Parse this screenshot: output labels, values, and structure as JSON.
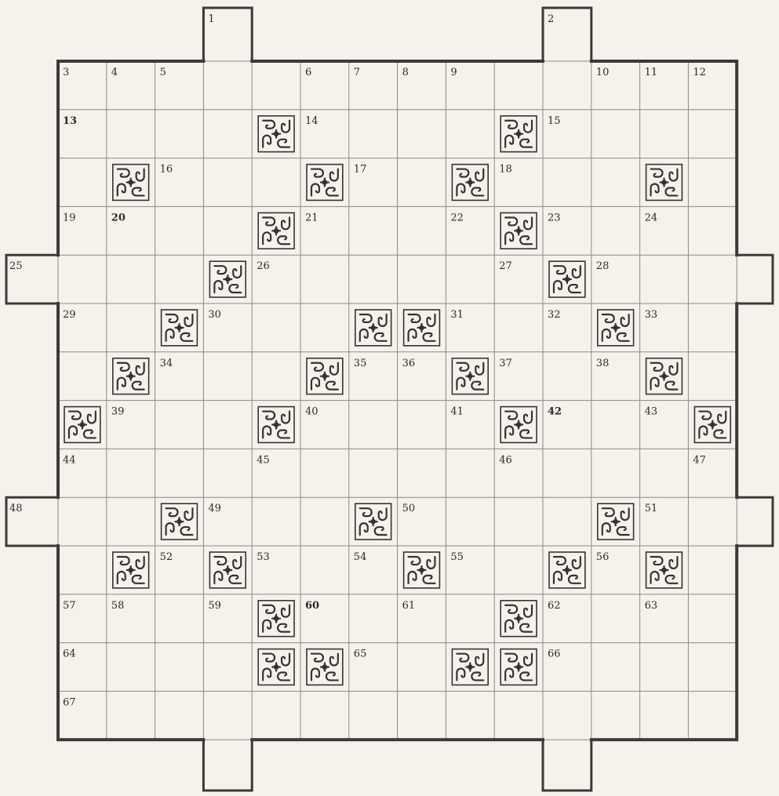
{
  "colors": {
    "paper": "#f4f2ea",
    "thick_border": "#3a3a3a",
    "grid_line": "#8a8a8a",
    "text": "#2a2a2a",
    "ornament": "#333333"
  },
  "puzzle": {
    "rows": 14,
    "cols": 14,
    "side_cells": [
      {
        "row": 4,
        "side": "left"
      },
      {
        "row": 4,
        "side": "right"
      },
      {
        "row": 9,
        "side": "left"
      },
      {
        "row": 9,
        "side": "right"
      }
    ],
    "end_cells": [
      {
        "col": 3,
        "side": "top",
        "number": "1"
      },
      {
        "col": 10,
        "side": "top",
        "number": "2"
      },
      {
        "col": 3,
        "side": "bottom"
      },
      {
        "col": 10,
        "side": "bottom"
      }
    ],
    "side_cell_numbers": [
      {
        "row": 4,
        "side": "left",
        "number": "25"
      },
      {
        "row": 9,
        "side": "left",
        "number": "48"
      }
    ],
    "black_cells": [
      [
        1,
        4
      ],
      [
        1,
        9
      ],
      [
        2,
        1
      ],
      [
        2,
        5
      ],
      [
        2,
        8
      ],
      [
        2,
        12
      ],
      [
        3,
        4
      ],
      [
        3,
        9
      ],
      [
        4,
        3
      ],
      [
        4,
        10
      ],
      [
        5,
        2
      ],
      [
        5,
        6
      ],
      [
        5,
        7
      ],
      [
        5,
        11
      ],
      [
        6,
        1
      ],
      [
        6,
        5
      ],
      [
        6,
        8
      ],
      [
        6,
        12
      ],
      [
        7,
        0
      ],
      [
        7,
        4
      ],
      [
        7,
        9
      ],
      [
        7,
        13
      ],
      [
        9,
        2
      ],
      [
        9,
        6
      ],
      [
        9,
        11
      ],
      [
        10,
        1
      ],
      [
        10,
        3
      ],
      [
        10,
        7
      ],
      [
        10,
        10
      ],
      [
        10,
        12
      ],
      [
        11,
        4
      ],
      [
        11,
        9
      ],
      [
        12,
        4
      ],
      [
        12,
        5
      ],
      [
        12,
        8
      ],
      [
        12,
        9
      ]
    ],
    "numbers": [
      {
        "r": 0,
        "c": 0,
        "n": "3"
      },
      {
        "r": 0,
        "c": 1,
        "n": "4"
      },
      {
        "r": 0,
        "c": 2,
        "n": "5"
      },
      {
        "r": 0,
        "c": 5,
        "n": "6"
      },
      {
        "r": 0,
        "c": 6,
        "n": "7"
      },
      {
        "r": 0,
        "c": 7,
        "n": "8"
      },
      {
        "r": 0,
        "c": 8,
        "n": "9"
      },
      {
        "r": 0,
        "c": 11,
        "n": "10"
      },
      {
        "r": 0,
        "c": 12,
        "n": "11"
      },
      {
        "r": 0,
        "c": 13,
        "n": "12"
      },
      {
        "r": 1,
        "c": 0,
        "n": "13",
        "b": true
      },
      {
        "r": 1,
        "c": 5,
        "n": "14"
      },
      {
        "r": 1,
        "c": 10,
        "n": "15"
      },
      {
        "r": 2,
        "c": 2,
        "n": "16"
      },
      {
        "r": 2,
        "c": 6,
        "n": "17"
      },
      {
        "r": 2,
        "c": 9,
        "n": "18"
      },
      {
        "r": 3,
        "c": 0,
        "n": "19"
      },
      {
        "r": 3,
        "c": 1,
        "n": "20",
        "b": true
      },
      {
        "r": 3,
        "c": 5,
        "n": "21"
      },
      {
        "r": 3,
        "c": 8,
        "n": "22"
      },
      {
        "r": 3,
        "c": 10,
        "n": "23"
      },
      {
        "r": 3,
        "c": 12,
        "n": "24"
      },
      {
        "r": 4,
        "c": 4,
        "n": "26"
      },
      {
        "r": 4,
        "c": 9,
        "n": "27"
      },
      {
        "r": 4,
        "c": 11,
        "n": "28"
      },
      {
        "r": 5,
        "c": 0,
        "n": "29"
      },
      {
        "r": 5,
        "c": 3,
        "n": "30"
      },
      {
        "r": 5,
        "c": 8,
        "n": "31"
      },
      {
        "r": 5,
        "c": 10,
        "n": "32"
      },
      {
        "r": 5,
        "c": 12,
        "n": "33"
      },
      {
        "r": 6,
        "c": 2,
        "n": "34"
      },
      {
        "r": 6,
        "c": 6,
        "n": "35"
      },
      {
        "r": 6,
        "c": 7,
        "n": "36"
      },
      {
        "r": 6,
        "c": 9,
        "n": "37"
      },
      {
        "r": 6,
        "c": 11,
        "n": "38"
      },
      {
        "r": 7,
        "c": 1,
        "n": "39"
      },
      {
        "r": 7,
        "c": 5,
        "n": "40"
      },
      {
        "r": 7,
        "c": 8,
        "n": "41"
      },
      {
        "r": 7,
        "c": 10,
        "n": "42",
        "b": true
      },
      {
        "r": 7,
        "c": 12,
        "n": "43"
      },
      {
        "r": 8,
        "c": 0,
        "n": "44"
      },
      {
        "r": 8,
        "c": 4,
        "n": "45"
      },
      {
        "r": 8,
        "c": 9,
        "n": "46"
      },
      {
        "r": 8,
        "c": 13,
        "n": "47"
      },
      {
        "r": 9,
        "c": 3,
        "n": "49"
      },
      {
        "r": 9,
        "c": 7,
        "n": "50"
      },
      {
        "r": 9,
        "c": 12,
        "n": "51"
      },
      {
        "r": 10,
        "c": 2,
        "n": "52"
      },
      {
        "r": 10,
        "c": 4,
        "n": "53"
      },
      {
        "r": 10,
        "c": 6,
        "n": "54"
      },
      {
        "r": 10,
        "c": 8,
        "n": "55"
      },
      {
        "r": 10,
        "c": 11,
        "n": "56"
      },
      {
        "r": 11,
        "c": 0,
        "n": "57"
      },
      {
        "r": 11,
        "c": 1,
        "n": "58"
      },
      {
        "r": 11,
        "c": 3,
        "n": "59"
      },
      {
        "r": 11,
        "c": 5,
        "n": "60",
        "b": true
      },
      {
        "r": 11,
        "c": 7,
        "n": "61"
      },
      {
        "r": 11,
        "c": 10,
        "n": "62"
      },
      {
        "r": 11,
        "c": 12,
        "n": "63"
      },
      {
        "r": 12,
        "c": 0,
        "n": "64"
      },
      {
        "r": 12,
        "c": 6,
        "n": "65"
      },
      {
        "r": 12,
        "c": 10,
        "n": "66"
      },
      {
        "r": 13,
        "c": 0,
        "n": "67"
      }
    ]
  }
}
